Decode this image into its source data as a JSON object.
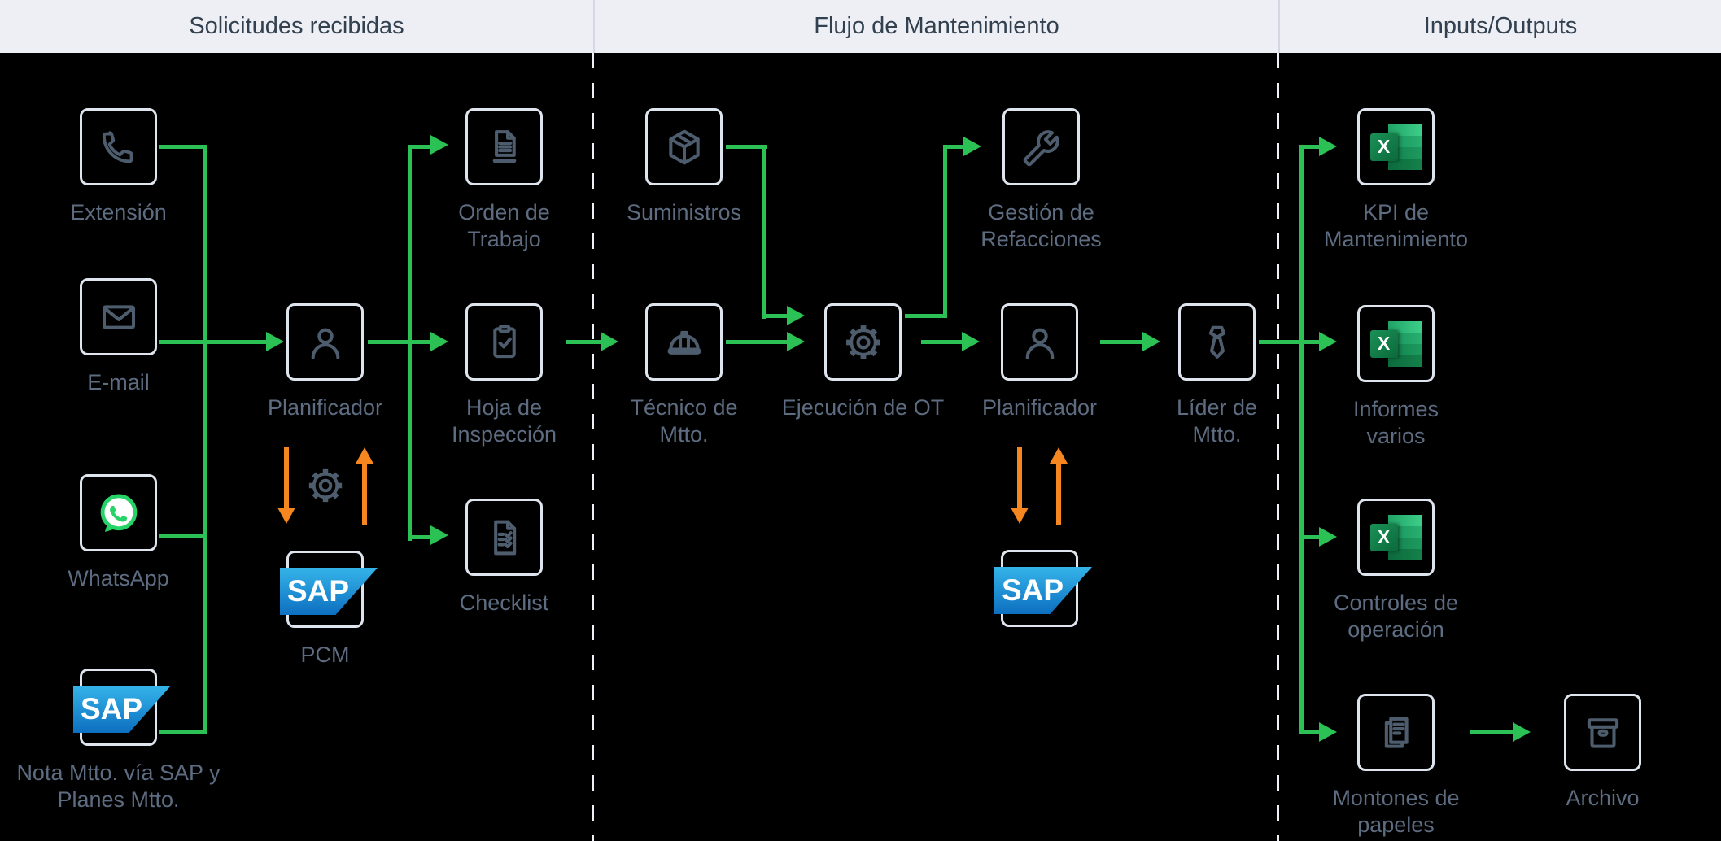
{
  "header": {
    "sections": [
      {
        "label": "Solicitudes recibidas"
      },
      {
        "label": "Flujo de Mantenimiento"
      },
      {
        "label": "Inputs/Outputs"
      }
    ]
  },
  "nodes": {
    "extension": {
      "label": "Extensión"
    },
    "email": {
      "label": "E-mail"
    },
    "whatsapp": {
      "label": "WhatsApp"
    },
    "nota_sap": {
      "label": "Nota Mtto. vía SAP y Planes Mtto."
    },
    "planificador1": {
      "label": "Planificador"
    },
    "sap_pcm": {
      "label": "PCM"
    },
    "orden": {
      "label": "Orden de Trabajo"
    },
    "hoja": {
      "label": "Hoja de Inspección"
    },
    "checklist": {
      "label": "Checklist"
    },
    "suministros": {
      "label": "Suministros"
    },
    "tecnico": {
      "label": "Técnico de Mtto."
    },
    "ejecucion": {
      "label": "Ejecución de OT"
    },
    "gestion": {
      "label": "Gestión de Refacciones"
    },
    "planificador2": {
      "label": "Planificador"
    },
    "lider": {
      "label": "Líder de Mtto."
    },
    "kpi": {
      "label": "KPI de Mantenimiento"
    },
    "informes": {
      "label": "Informes varios"
    },
    "controles": {
      "label": "Controles de operación"
    },
    "montones": {
      "label": "Montones de papeles"
    },
    "archivo": {
      "label": "Archivo"
    }
  },
  "logos": {
    "sap": "SAP",
    "excel_x": "X"
  },
  "colors": {
    "flow_green": "#2bc155",
    "sync_orange": "#f6861f",
    "icon_slate": "#4e5d6e",
    "box_border": "#dfe5ee",
    "label_text": "#5d6c80",
    "header_bg": "#edeff4",
    "header_text": "#32404f",
    "sap_blue_top": "#35b4e9",
    "sap_blue_bottom": "#0d6fc0",
    "whatsapp_green": "#25d366",
    "excel_green": "#107c41"
  }
}
